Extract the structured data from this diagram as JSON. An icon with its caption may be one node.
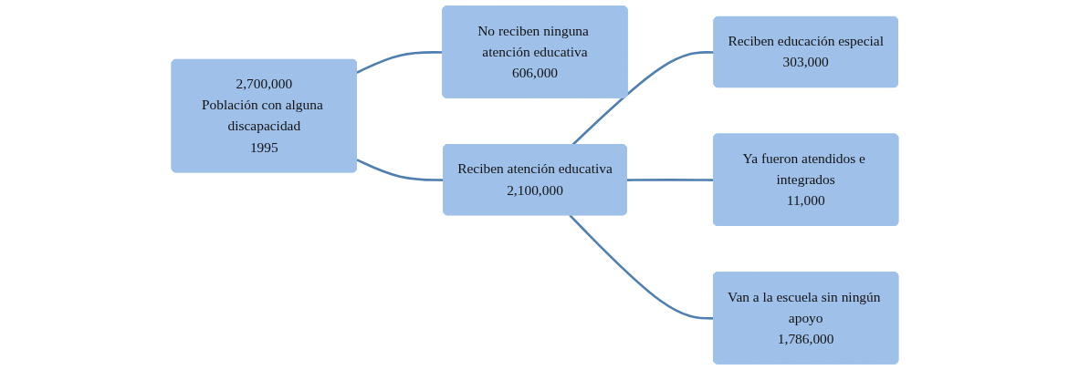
{
  "diagram": {
    "nodes": [
      {
        "text": [
          "2,700,000",
          "Población con alguna discapacidad",
          "1995"
        ]
      },
      {
        "text": [
          "No reciben ninguna atención educativa",
          "606,000"
        ]
      },
      {
        "text": [
          "Reciben atención educativa",
          "2,100,000"
        ]
      },
      {
        "text": [
          "Reciben educación especial",
          "303,000"
        ]
      },
      {
        "text": [
          "Ya fueron atendidos e integrados",
          "11,000"
        ]
      },
      {
        "text": [
          "Van a la escuela sin ningún apoyo",
          "1,786,000"
        ]
      }
    ],
    "edges": [
      {
        "from": 0,
        "to": 1,
        "arrow": "none"
      },
      {
        "from": 0,
        "to": 2,
        "arrow": "none"
      },
      {
        "from": 2,
        "to": 3,
        "arrow": "none"
      },
      {
        "from": 2,
        "to": 4,
        "arrow": "none"
      },
      {
        "from": 2,
        "to": 5,
        "arrow": "none"
      }
    ]
  }
}
